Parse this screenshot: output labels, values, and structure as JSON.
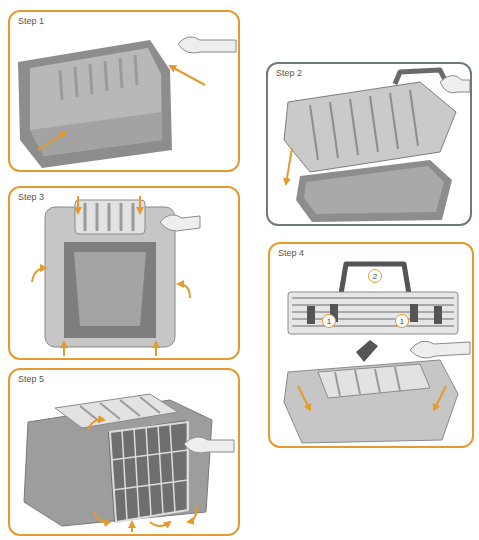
{
  "diagram": {
    "nodes": [
      {
        "text": [
          "Step 1"
        ]
      },
      {
        "text": [
          "Step 2"
        ]
      },
      {
        "text": [
          "Step 3"
        ]
      },
      {
        "text": [
          "Step 4"
        ]
      },
      {
        "text": [
          "2"
        ],
        "in": 3
      },
      {
        "text": [
          "1"
        ],
        "in": 3
      },
      {
        "text": [
          "1"
        ],
        "in": 3
      },
      {
        "text": [
          "Step 5"
        ]
      }
    ]
  }
}
